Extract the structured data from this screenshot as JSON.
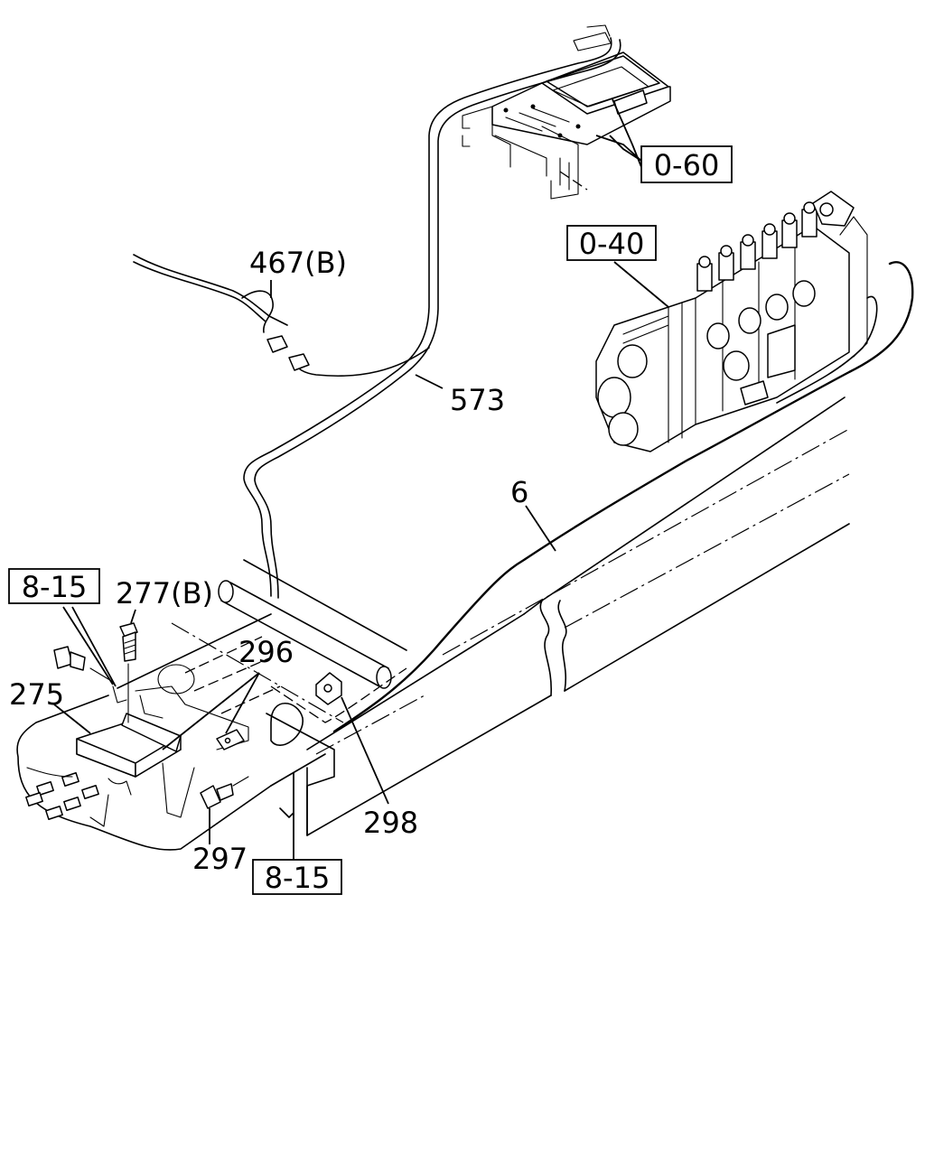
{
  "labels": {
    "ref_0_60": "0-60",
    "ref_0_40": "0-40",
    "part_467b": "467(B)",
    "part_573": "573",
    "part_6": "6",
    "ref_8_15_top": "8-15",
    "part_277b": "277(B)",
    "part_296": "296",
    "part_275": "275",
    "part_298": "298",
    "part_297": "297",
    "ref_8_15_bottom": "8-15"
  }
}
